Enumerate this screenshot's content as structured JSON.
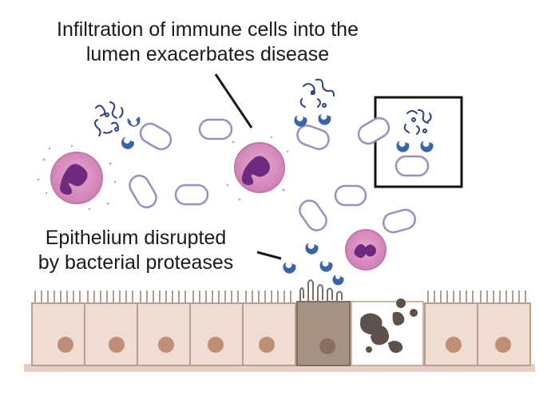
{
  "annotations": {
    "infiltration_line1": "Infiltration of immune cells into the",
    "infiltration_line2": "lumen exacerbates disease",
    "epithelium_line1": "Epithelium disrupted",
    "epithelium_line2": "by bacterial proteases"
  },
  "colors": {
    "neutrophil_fill": "#d98bbd",
    "neutrophil_nucleus": "#6e2a7e",
    "bacterium_outline": "#8a7fb6",
    "protease": "#3a63ad",
    "epithelial_cell": "#efdcd2",
    "epithelial_nucleus": "#bf8e74",
    "damaged_cell": "#a49284",
    "debris": "#5e514c"
  },
  "icons": [
    "neutrophil-icon",
    "bacterium-icon",
    "protease-icon",
    "epithelial-cell-icon",
    "dead-cell-debris-icon"
  ]
}
